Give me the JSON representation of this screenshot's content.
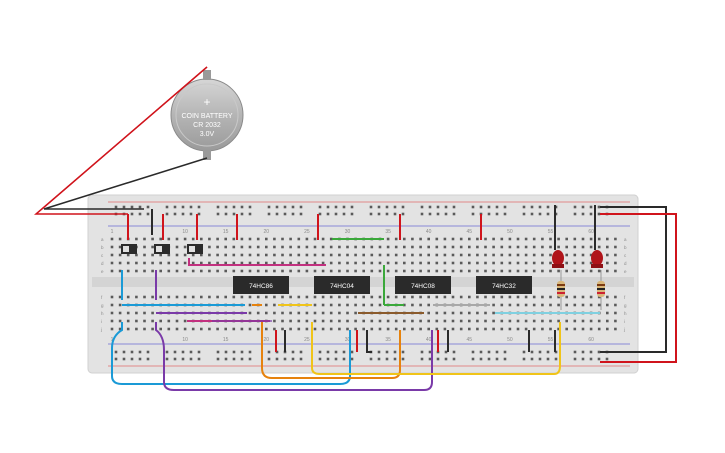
{
  "battery": {
    "line1": "COIN BATTERY",
    "line2": "CR 2032",
    "line3": "3.0V",
    "plus": "+"
  },
  "breadboard": {
    "column_numbers": [
      "1",
      "10",
      "15",
      "20",
      "25",
      "30",
      "35",
      "40",
      "45",
      "50",
      "55",
      "60"
    ],
    "row_letters_top": [
      "a",
      "b",
      "c",
      "d",
      "e"
    ],
    "row_letters_bottom": [
      "f",
      "g",
      "h",
      "i",
      "j"
    ]
  },
  "chips": [
    {
      "label": "74HC86"
    },
    {
      "label": "74HC04"
    },
    {
      "label": "74HC08"
    },
    {
      "label": "74HC32"
    }
  ],
  "colors": {
    "board": "#e3e3e3",
    "wire_red": "#d0141c",
    "wire_black": "#2a2a2a",
    "wire_blue": "#1a9ad6",
    "wire_purple": "#7a3aa8",
    "wire_magenta": "#c2307f",
    "wire_orange": "#e6820d",
    "wire_yellow": "#f0c419",
    "wire_green": "#3aa83a",
    "wire_brown": "#8a5a2b",
    "wire_lightblue": "#7fd0e0",
    "wire_gray": "#a8a8a8",
    "led_red": "#b0141a"
  },
  "switches": [
    {
      "name": "switch-1"
    },
    {
      "name": "switch-2"
    },
    {
      "name": "switch-3"
    }
  ],
  "leds": [
    {
      "name": "led-1"
    },
    {
      "name": "led-2"
    }
  ],
  "resistors": [
    {
      "name": "resistor-1"
    },
    {
      "name": "resistor-2"
    }
  ]
}
